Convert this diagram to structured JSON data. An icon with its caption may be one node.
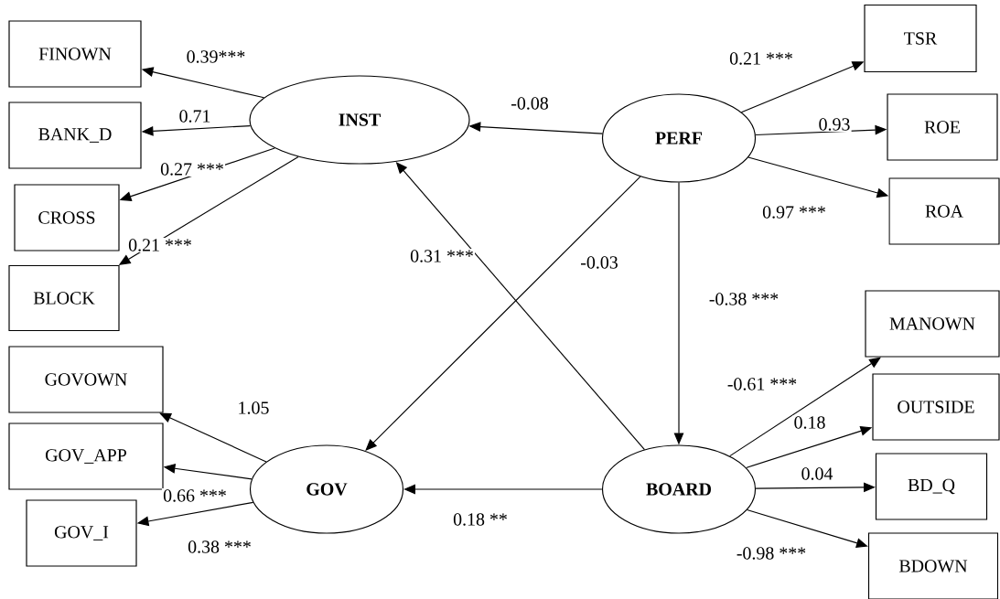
{
  "diagram": {
    "nodes": [
      {
        "text": [
          "FINOWN"
        ]
      },
      {
        "text": [
          "BANK_D"
        ]
      },
      {
        "text": [
          "CROSS"
        ]
      },
      {
        "text": [
          "BLOCK"
        ]
      },
      {
        "text": [
          "GOVOWN"
        ]
      },
      {
        "text": [
          "GOV_APP"
        ]
      },
      {
        "text": [
          "GOV_I"
        ]
      },
      {
        "text": [
          "INST"
        ]
      },
      {
        "text": [
          "PERF"
        ]
      },
      {
        "text": [
          "GOV"
        ]
      },
      {
        "text": [
          "BOARD"
        ]
      },
      {
        "text": [
          "TSR"
        ]
      },
      {
        "text": [
          "ROE"
        ]
      },
      {
        "text": [
          "ROA"
        ]
      },
      {
        "text": [
          "MANOWN"
        ]
      },
      {
        "text": [
          "OUTSIDE"
        ]
      },
      {
        "text": [
          "BD_Q"
        ]
      },
      {
        "text": [
          "BDOWN"
        ]
      }
    ],
    "edges": [
      {
        "from": 7,
        "to": 0,
        "arrow": "to",
        "label": "0.39***"
      },
      {
        "from": 7,
        "to": 1,
        "arrow": "to",
        "label": "0.71"
      },
      {
        "from": 7,
        "to": 2,
        "arrow": "to",
        "label": "0.27 ***"
      },
      {
        "from": 7,
        "to": 3,
        "arrow": "to",
        "label": "0.21 ***"
      },
      {
        "from": 8,
        "to": 7,
        "arrow": "to",
        "label": "-0.08"
      },
      {
        "from": 8,
        "to": 11,
        "arrow": "to",
        "label": "0.21 ***"
      },
      {
        "from": 8,
        "to": 12,
        "arrow": "to",
        "label": "0.93"
      },
      {
        "from": 8,
        "to": 13,
        "arrow": "to",
        "label": "0.97 ***"
      },
      {
        "from": 8,
        "to": 9,
        "arrow": "to",
        "label": "-0.03"
      },
      {
        "from": 8,
        "to": 10,
        "arrow": "to",
        "label": "-0.38 ***"
      },
      {
        "from": 10,
        "to": 7,
        "arrow": "to",
        "label": "0.31 ***"
      },
      {
        "from": 9,
        "to": 4,
        "arrow": "to",
        "label": "1.05"
      },
      {
        "from": 9,
        "to": 5,
        "arrow": "to",
        "label": "0.66 ***"
      },
      {
        "from": 9,
        "to": 6,
        "arrow": "to",
        "label": "0.38 ***"
      },
      {
        "from": 10,
        "to": 9,
        "arrow": "to",
        "label": "0.18 **"
      },
      {
        "from": 10,
        "to": 14,
        "arrow": "to",
        "label": "-0.61 ***"
      },
      {
        "from": 10,
        "to": 15,
        "arrow": "to",
        "label": "0.18"
      },
      {
        "from": 10,
        "to": 16,
        "arrow": "to",
        "label": "0.04"
      },
      {
        "from": 10,
        "to": 17,
        "arrow": "to",
        "label": "-0.98 ***"
      }
    ]
  }
}
